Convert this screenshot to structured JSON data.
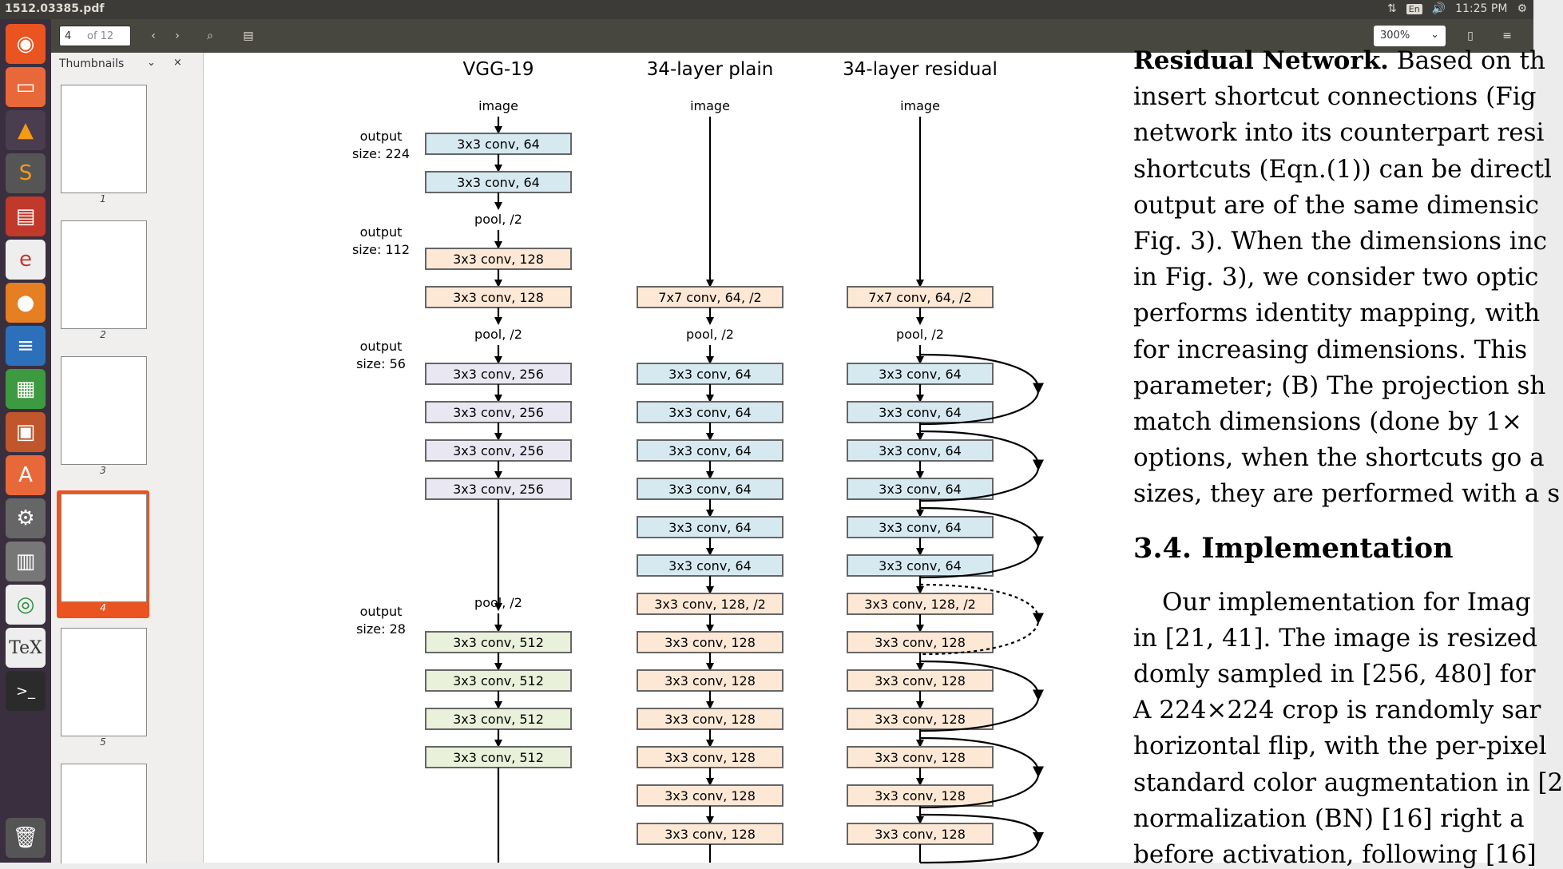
{
  "topbar": {
    "title": "1512.03385.pdf",
    "lang": "En",
    "time": "11:25 PM"
  },
  "toolbar": {
    "page_current": "4",
    "page_total": "of 12",
    "zoom": "300%"
  },
  "sidebar": {
    "title": "Thumbnails",
    "pages": [
      "1",
      "2",
      "3",
      "4",
      "5"
    ]
  },
  "figure": {
    "titles": [
      "VGG-19",
      "34-layer plain",
      "34-layer residual"
    ],
    "image_label": "image",
    "output_labels": [
      {
        "line1": "output",
        "line2": "size: 224"
      },
      {
        "line1": "output",
        "line2": "size: 112"
      },
      {
        "line1": "output",
        "line2": "size: 56"
      },
      {
        "line1": "output",
        "line2": "size: 28"
      }
    ],
    "pool_label": "pool, /2",
    "vgg_layers": [
      "3x3 conv, 64",
      "3x3 conv, 64",
      "3x3 conv, 128",
      "3x3 conv, 128",
      "3x3 conv, 256",
      "3x3 conv, 256",
      "3x3 conv, 256",
      "3x3 conv, 256",
      "3x3 conv, 512",
      "3x3 conv, 512",
      "3x3 conv, 512",
      "3x3 conv, 512"
    ],
    "plain_layers": [
      "7x7 conv, 64, /2",
      "3x3 conv, 64",
      "3x3 conv, 64",
      "3x3 conv, 64",
      "3x3 conv, 64",
      "3x3 conv, 64",
      "3x3 conv, 64",
      "3x3 conv, 128, /2",
      "3x3 conv, 128",
      "3x3 conv, 128",
      "3x3 conv, 128",
      "3x3 conv, 128",
      "3x3 conv, 128",
      "3x3 conv, 128"
    ]
  },
  "text_lines": [
    {
      "text": "Residual Network. Based on th",
      "bold_prefix": "Residual Network."
    },
    {
      "text": "insert shortcut connections (Fig"
    },
    {
      "text": "network into its counterpart resi"
    },
    {
      "text": "shortcuts (Eqn.(1)) can be directl"
    },
    {
      "text": "output are of the same dimensic"
    },
    {
      "text": "Fig. 3). When the dimensions inc"
    },
    {
      "text": "in Fig. 3), we consider two optic"
    },
    {
      "text": "performs identity mapping, with"
    },
    {
      "text": "for increasing dimensions. This"
    },
    {
      "text": "parameter; (B) The projection sh"
    },
    {
      "text": "match dimensions (done by 1×"
    },
    {
      "text": "options, when the shortcuts go a"
    },
    {
      "text": "sizes, they are performed with a s"
    },
    {
      "text": "3.4. Implementation",
      "heading": true
    },
    {
      "text": "Our implementation for Imag"
    },
    {
      "text": "in [21, 41]. The image is resized"
    },
    {
      "text": "domly sampled in [256, 480] for"
    },
    {
      "text": "A 224×224 crop is randomly sar"
    },
    {
      "text": "horizontal flip, with the per-pixel"
    },
    {
      "text": "standard color augmentation in [2"
    },
    {
      "text": "normalization (BN) [16] right a"
    },
    {
      "text": "before activation, following [16]"
    }
  ],
  "colors": {
    "blue": "#d6e9f0",
    "orange": "#fde8d6",
    "lavender": "#e9e8f2",
    "green": "#eaf1db",
    "accent": "#e95420"
  }
}
